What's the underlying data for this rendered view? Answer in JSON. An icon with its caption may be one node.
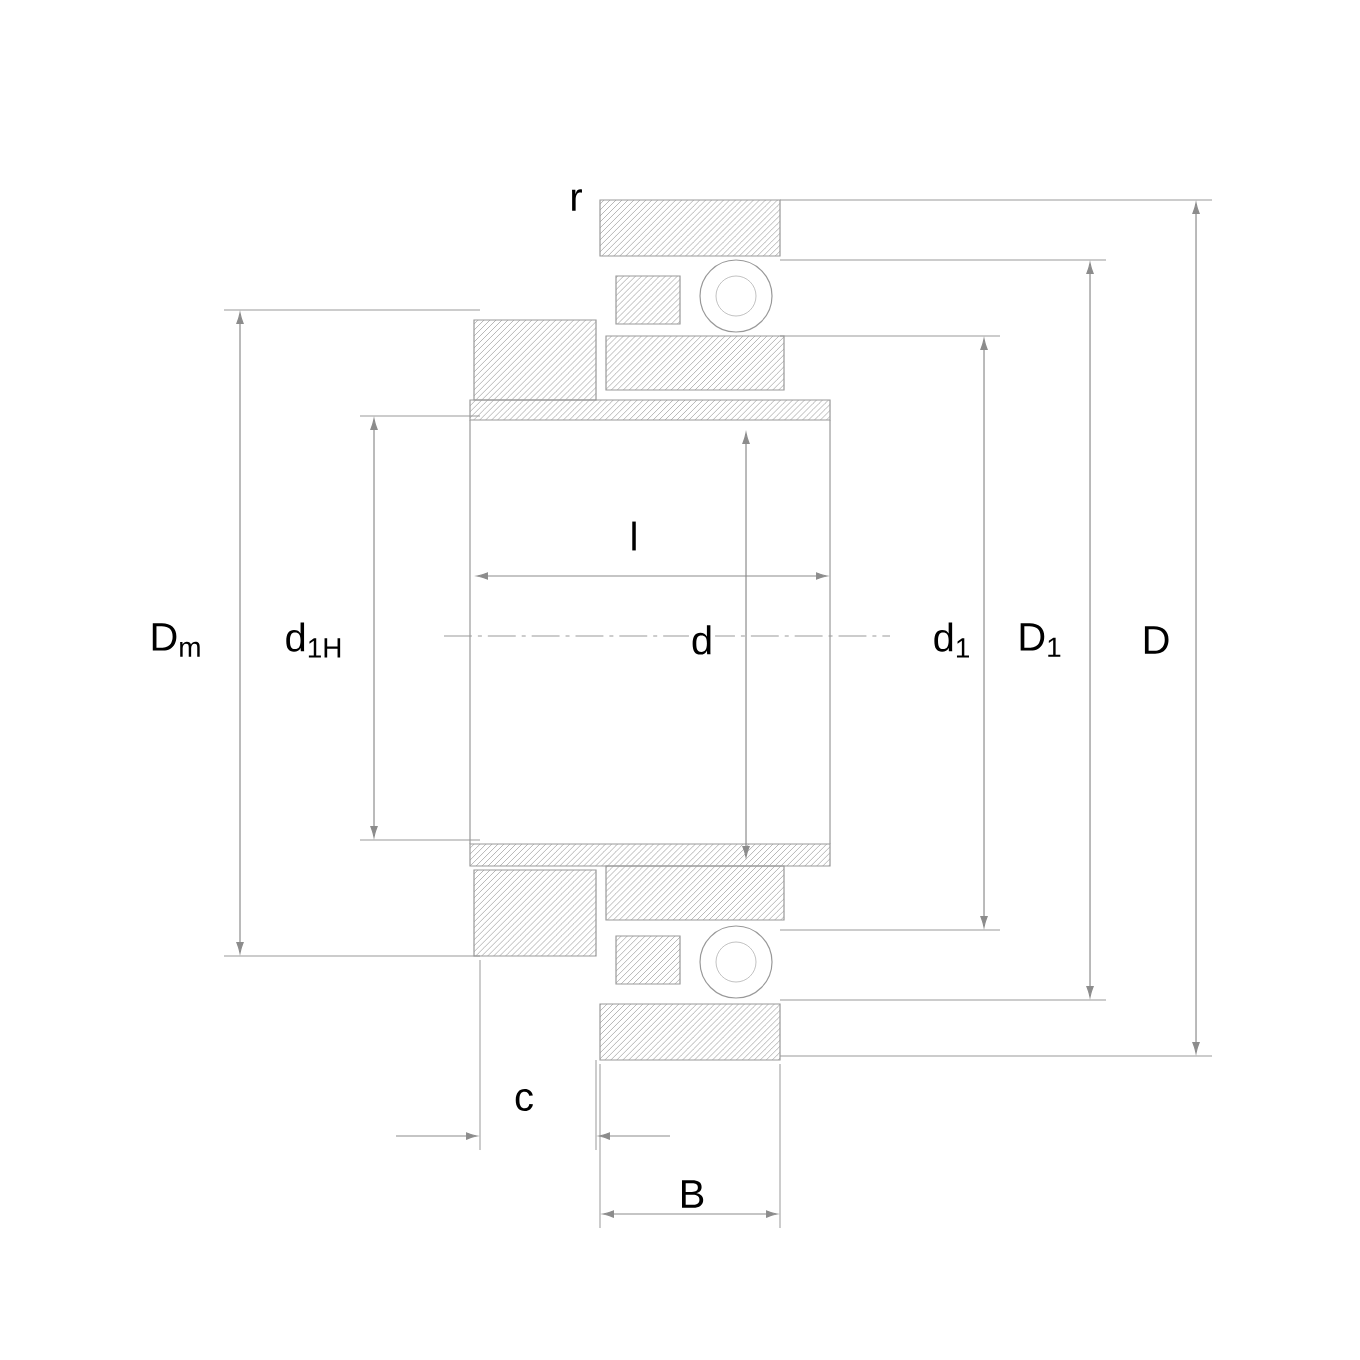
{
  "diagram": {
    "labels": [
      "r",
      "l",
      "D$_{m}$",
      "d$_{1H}$",
      "d",
      "d$_{1}$",
      "D$_{1}$",
      "D",
      "c",
      "B"
    ]
  }
}
